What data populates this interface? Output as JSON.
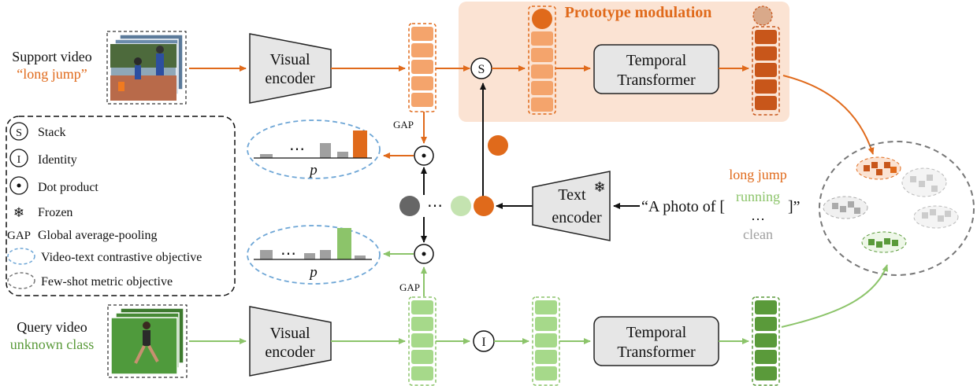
{
  "support": {
    "label": "Support video",
    "class_name": "“long jump”"
  },
  "query": {
    "label": "Query video",
    "class_name": "unknown class"
  },
  "visual_encoder": {
    "line1": "Visual",
    "line2": "encoder"
  },
  "text_encoder": {
    "line1": "Text",
    "line2": "encoder"
  },
  "temporal_transformer": {
    "line1": "Temporal",
    "line2": "Transformer"
  },
  "prototype_modulation": {
    "title": "Prototype modulation"
  },
  "ops": {
    "stack_symbol": "S",
    "identity_symbol": "I",
    "gap": "GAP",
    "ellipsis": "⋯",
    "prob": "p"
  },
  "prompt": {
    "prefix": "“A photo of [",
    "suffix": "]”",
    "classes": [
      "long jump",
      "running",
      "…",
      "clean"
    ]
  },
  "legend": {
    "items": [
      {
        "symbol": "S",
        "text": "Stack"
      },
      {
        "symbol": "I",
        "text": "Identity"
      },
      {
        "symbol": "dot",
        "text": "Dot product"
      },
      {
        "symbol": "❄",
        "text": "Frozen"
      },
      {
        "symbol": "GAP",
        "text": "Global average-pooling"
      },
      {
        "symbol": "blue-ellipse",
        "text": "Video-text contrastive objective"
      },
      {
        "symbol": "gray-ellipse",
        "text": "Few-shot metric objective"
      }
    ]
  },
  "colors": {
    "orange": "#E06A1B",
    "orange_light": "#F4A46C",
    "orange_dark": "#C8561A",
    "green": "#8CC46A",
    "green_light": "#A6D98A",
    "green_dark": "#5A9A3A",
    "gray": "#A0A0A0",
    "blue_dash": "#6EA6D6",
    "panel": "#FBE3D3",
    "box_fill": "#E6E6E6"
  }
}
